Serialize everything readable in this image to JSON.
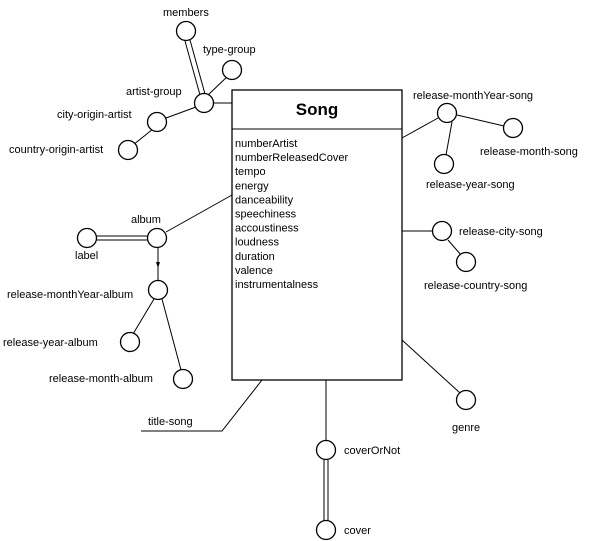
{
  "entity": {
    "title": "Song",
    "attributes": [
      "numberArtist",
      "numberReleasedCover",
      "tempo",
      "energy",
      "danceability",
      "speechiness",
      "accoustiness",
      "loudness",
      "duration",
      "valence",
      "instrumentalness"
    ]
  },
  "labels": {
    "members": "members",
    "type_group": "type-group",
    "artist_group": "artist-group",
    "city_origin_artist": "city-origin-artist",
    "country_origin_artist": "country-origin-artist",
    "album": "album",
    "label": "label",
    "release_monthyear_album": "release-monthYear-album",
    "release_year_album": "release-year-album",
    "release_month_album": "release-month-album",
    "title_song": "title-song",
    "release_monthyear_song": "release-monthYear-song",
    "release_month_song": "release-month-song",
    "release_year_song": "release-year-song",
    "release_city_song": "release-city-song",
    "release_country_song": "release-country-song",
    "genre": "genre",
    "cover_or_not": "coverOrNot",
    "cover": "cover"
  }
}
